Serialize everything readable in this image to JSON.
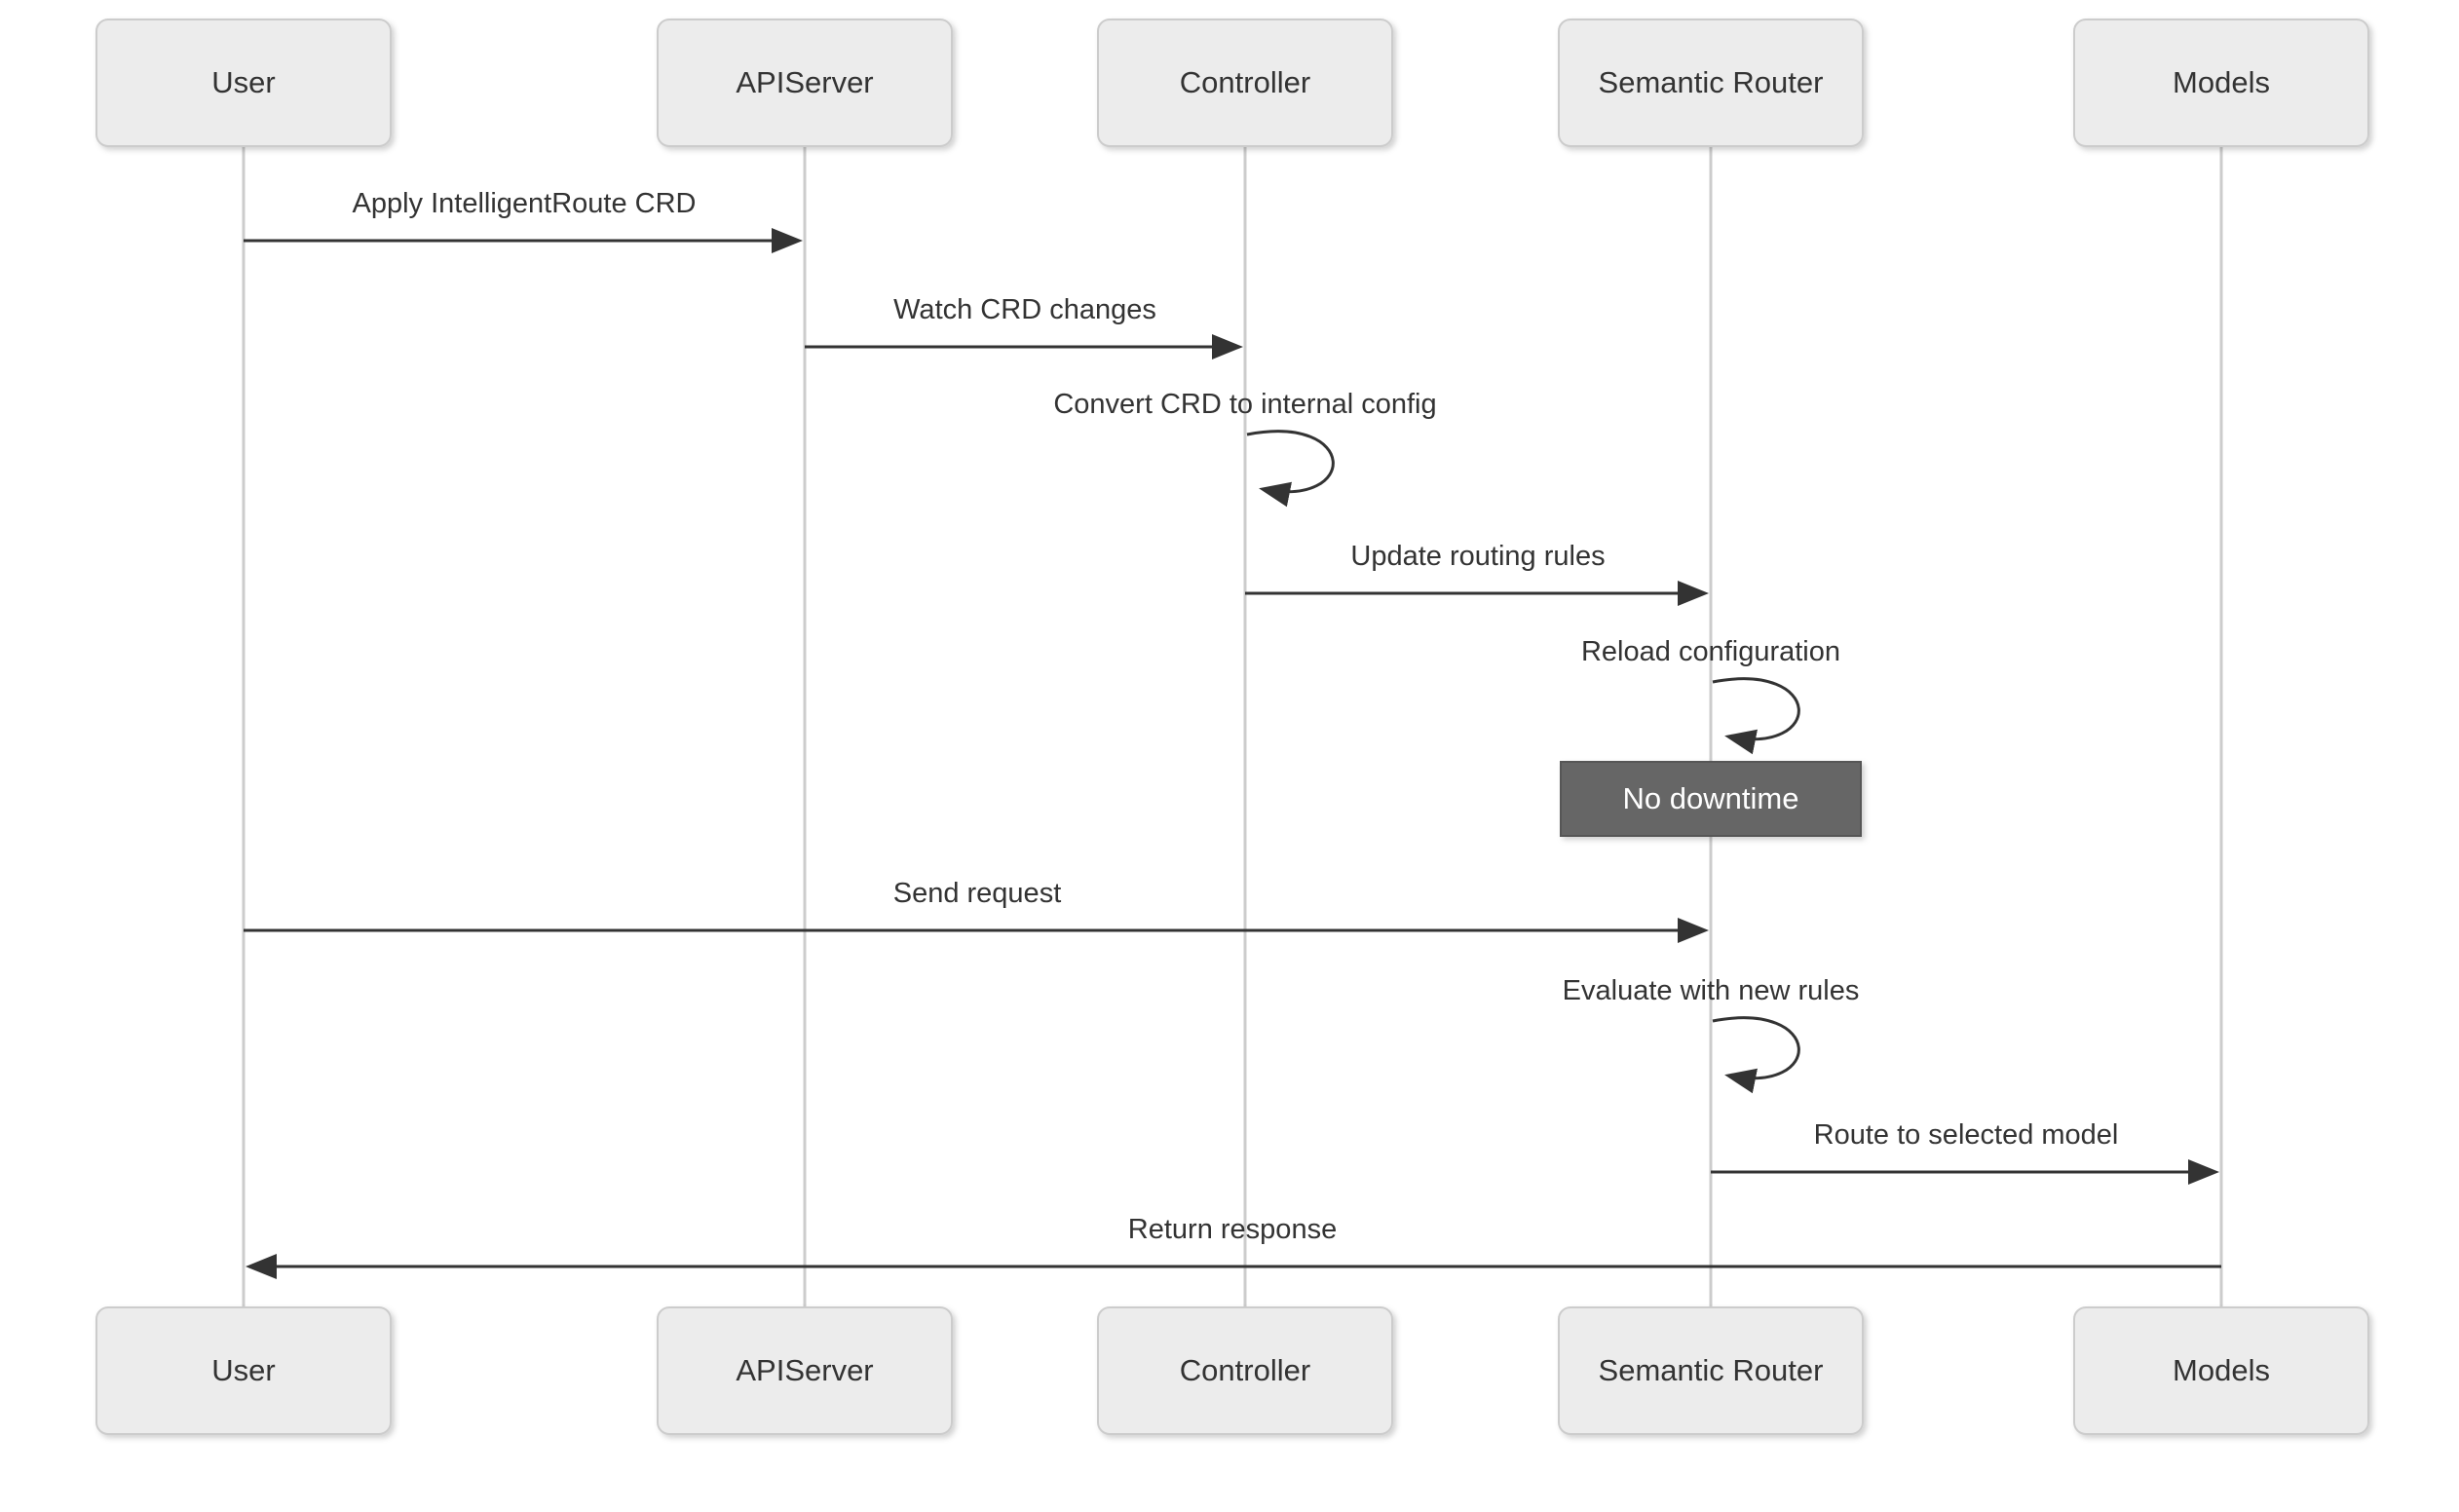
{
  "diagram": {
    "type": "sequence-diagram",
    "title": "",
    "participants": [
      {
        "name": "User"
      },
      {
        "name": "APIServer"
      },
      {
        "name": "Controller"
      },
      {
        "name": "Semantic Router"
      },
      {
        "name": "Models"
      }
    ],
    "messages": [
      {
        "index": 1,
        "from": "User",
        "to": "APIServer",
        "label": "Apply IntelligentRoute CRD",
        "kind": "solid-arrow"
      },
      {
        "index": 2,
        "from": "APIServer",
        "to": "Controller",
        "label": "Watch CRD changes",
        "kind": "solid-arrow"
      },
      {
        "index": 3,
        "from": "Controller",
        "to": "Controller",
        "label": "Convert CRD to internal config",
        "kind": "self-loop"
      },
      {
        "index": 4,
        "from": "Controller",
        "to": "Semantic Router",
        "label": "Update routing rules",
        "kind": "solid-arrow"
      },
      {
        "index": 5,
        "from": "Semantic Router",
        "to": "Semantic Router",
        "label": "Reload configuration",
        "kind": "self-loop"
      },
      {
        "index": 6,
        "from": "User",
        "to": "Semantic Router",
        "label": "Send request",
        "kind": "solid-arrow"
      },
      {
        "index": 7,
        "from": "Semantic Router",
        "to": "Semantic Router",
        "label": "Evaluate with new rules",
        "kind": "self-loop"
      },
      {
        "index": 8,
        "from": "Semantic Router",
        "to": "Models",
        "label": "Route to selected model",
        "kind": "solid-arrow"
      },
      {
        "index": 9,
        "from": "Models",
        "to": "User",
        "label": "Return response",
        "kind": "solid-arrow"
      }
    ],
    "note": {
      "text": "No downtime",
      "over": "Semantic Router",
      "after_message_index": 5
    },
    "colors": {
      "background": "#ffffff",
      "actor_fill": "#ececec",
      "actor_border": "#cccccc",
      "lifeline": "#cccccc",
      "arrow": "#333333",
      "text": "#333333",
      "note_fill": "#666666",
      "note_border": "#575757",
      "note_text": "#ffffff"
    }
  }
}
